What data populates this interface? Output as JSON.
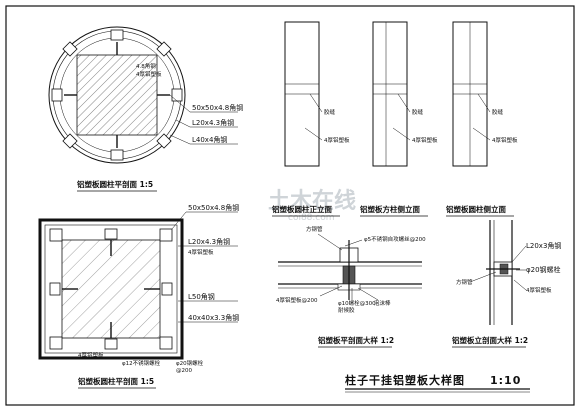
{
  "drawing_title": "柱子干挂铝塑板大样图",
  "drawing_scale": "1:10",
  "watermark": {
    "main": "土木在线",
    "sub": "coi88.com"
  },
  "round_plan": {
    "title": "铝塑板圆柱平剖面 1:5",
    "dims": [
      "50x50x4.8角钢",
      "L20x4.3角钢",
      "L40x4角钢"
    ],
    "notes": [
      "4.8角钢",
      "4厚铝塑板"
    ]
  },
  "square_plan": {
    "title": "铝塑板圆柱平剖面 1:5",
    "dims": [
      "50x50x4.8角钢",
      "L20x4.3角钢",
      "4厚铝塑板",
      "L50角钢",
      "40x40x3.3角钢"
    ],
    "notes": [
      "4厚铝塑板",
      "φ12不锈钢螺栓",
      "φ20钢螺栓",
      "@200"
    ]
  },
  "elevations": {
    "items": [
      {
        "title": "铝塑板圆柱正立面",
        "notes": [
          "胶缝",
          "4厚铝塑板"
        ]
      },
      {
        "title": "铝塑板方柱侧立面",
        "notes": [
          "胶缝",
          "4厚铝塑板"
        ]
      },
      {
        "title": "铝塑板圆柱侧立面",
        "notes": [
          "胶缝",
          "4厚铝塑板"
        ]
      }
    ]
  },
  "plan_detail": {
    "title": "铝塑板平剖面大样 1:2",
    "notes": [
      "方钢管",
      "φ5不锈钢自攻螺丝@200",
      "4厚铝塑板@200",
      "φ10螺栓@300",
      "泡沫棒",
      "耐候胶"
    ]
  },
  "section_detail": {
    "title": "铝塑板立剖面大样 1:2",
    "notes": [
      "L20x3角钢",
      "φ20钢螺栓",
      "方钢管",
      "4厚铝塑板"
    ]
  }
}
